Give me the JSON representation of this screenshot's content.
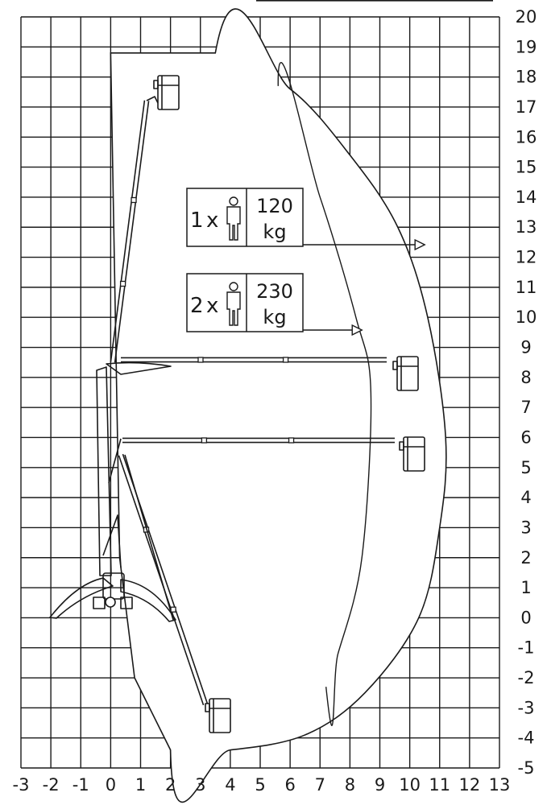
{
  "diagram": {
    "x_axis": {
      "min": -3,
      "max": 13,
      "step": 1,
      "ticks": [
        "-3",
        "-2",
        "-1",
        "0",
        "1",
        "2",
        "3",
        "4",
        "5",
        "6",
        "7",
        "8",
        "9",
        "10",
        "11",
        "12",
        "13"
      ]
    },
    "y_axis": {
      "min": -5,
      "max": 20,
      "step": 1,
      "ticks": [
        "20",
        "19",
        "18",
        "17",
        "16",
        "15",
        "14",
        "13",
        "12",
        "11",
        "10",
        "9",
        "8",
        "7",
        "6",
        "5",
        "4",
        "3",
        "2",
        "1",
        "0",
        "-1",
        "-2",
        "-3",
        "-4",
        "-5"
      ]
    },
    "working_envelope": {
      "outer": [
        [
          0,
          18.8
        ],
        [
          3.5,
          18.8
        ],
        [
          6,
          17.6
        ],
        [
          8,
          15.4
        ],
        [
          9.6,
          13
        ],
        [
          10.6,
          10
        ],
        [
          11.2,
          6
        ],
        [
          11,
          3
        ],
        [
          10.3,
          0
        ],
        [
          8.5,
          -2.5
        ],
        [
          6.5,
          -3.9
        ],
        [
          4,
          -4.4
        ],
        [
          2,
          -4.4
        ],
        [
          0.8,
          -2
        ],
        [
          0.3,
          2
        ]
      ],
      "inner_boundary": [
        [
          5.6,
          17.7
        ],
        [
          7,
          14
        ],
        [
          8.2,
          10
        ],
        [
          8.7,
          7.5
        ],
        [
          8.4,
          2
        ],
        [
          7.6,
          -1.2
        ],
        [
          7.2,
          -2.3
        ]
      ]
    },
    "load_labels": [
      {
        "id": "one-person",
        "count": "1",
        "multiplier": "x",
        "mass": "120",
        "unit": "kg",
        "arrow_target": [
          10.5,
          12.7
        ]
      },
      {
        "id": "two-persons",
        "count": "2",
        "multiplier": "x",
        "mass": "230",
        "unit": "kg",
        "arrow_target": [
          8.4,
          9.7
        ]
      }
    ],
    "machine_poses": [
      "full-height",
      "horizontal-upper",
      "horizontal-lower",
      "below-ground"
    ],
    "colors": {
      "line": "#1a1a1a",
      "grid": "#1a1a1a",
      "background": "#ffffff"
    }
  }
}
